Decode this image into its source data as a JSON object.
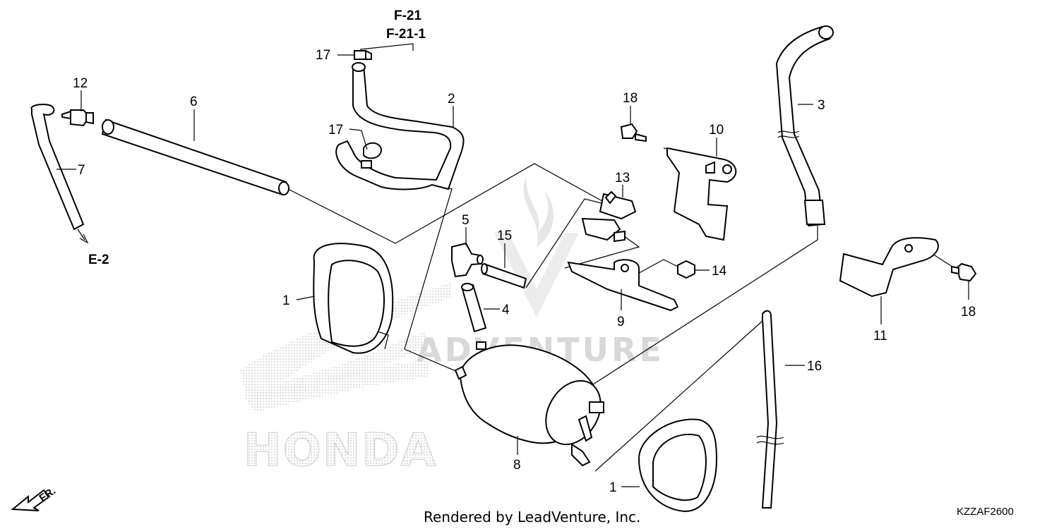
{
  "references": {
    "f21": "F-21",
    "f21_1": "F-21-1",
    "e2": "E-2"
  },
  "callouts": {
    "c1a": "1",
    "c1b": "1",
    "c2": "2",
    "c3": "3",
    "c4": "4",
    "c5": "5",
    "c6": "6",
    "c7": "7",
    "c8": "8",
    "c9": "9",
    "c10": "10",
    "c11": "11",
    "c12": "12",
    "c13": "13",
    "c14": "14",
    "c15": "15",
    "c16": "16",
    "c17a": "17",
    "c17b": "17",
    "c18a": "18",
    "c18b": "18"
  },
  "watermark": {
    "brand": "HONDA",
    "venture": "ADVENTURE"
  },
  "footer": {
    "rendered_by": "Rendered by LeadVenture, Inc.",
    "diagram_code": "KZZAF2600",
    "direction": "FR."
  },
  "colors": {
    "line": "#000000",
    "watermark": "#d8d8d8",
    "background": "#ffffff"
  }
}
